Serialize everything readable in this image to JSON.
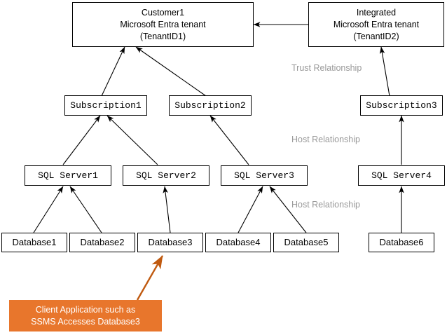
{
  "diagram": {
    "title": "Azure SQL tenant, subscription, server and database hierarchy",
    "colors": {
      "node_border": "#000000",
      "node_fill": "#ffffff",
      "connector": "#000000",
      "label_text": "#999999",
      "callout_fill": "#E8762C",
      "callout_arrow": "#C05A10",
      "callout_text": "#ffffff"
    },
    "tenants": [
      {
        "id": "customer1-tenant",
        "line1": "Customer1",
        "line2": "Microsoft Entra tenant",
        "line3": "(TenantID1)"
      },
      {
        "id": "integrated-tenant",
        "line1": "Integrated",
        "line2": "Microsoft Entra tenant",
        "line3": "(TenantID2)"
      }
    ],
    "subscriptions": [
      {
        "id": "subscription1",
        "label": "Subscription1"
      },
      {
        "id": "subscription2",
        "label": "Subscription2"
      },
      {
        "id": "subscription3",
        "label": "Subscription3"
      }
    ],
    "servers": [
      {
        "id": "sql-server1",
        "label": "SQL Server1"
      },
      {
        "id": "sql-server2",
        "label": "SQL Server2"
      },
      {
        "id": "sql-server3",
        "label": "SQL Server3"
      },
      {
        "id": "sql-server4",
        "label": "SQL Server4"
      }
    ],
    "databases": [
      {
        "id": "database1",
        "label": "Database1"
      },
      {
        "id": "database2",
        "label": "Database2"
      },
      {
        "id": "database3",
        "label": "Database3"
      },
      {
        "id": "database4",
        "label": "Database4"
      },
      {
        "id": "database5",
        "label": "Database5"
      },
      {
        "id": "database6",
        "label": "Database6"
      }
    ],
    "relationship_labels": [
      {
        "id": "trust-relationship",
        "text": "Trust Relationship"
      },
      {
        "id": "host-relationship-subscriptions",
        "text": "Host Relationship"
      },
      {
        "id": "host-relationship-databases",
        "text": "Host Relationship"
      }
    ],
    "callout": {
      "line1": "Client Application such as",
      "line2": "SSMS Accesses Database3"
    },
    "edges": [
      {
        "from": "integrated-tenant",
        "to": "customer1-tenant",
        "kind": "trust"
      },
      {
        "from": "subscription1",
        "to": "customer1-tenant",
        "kind": "host"
      },
      {
        "from": "subscription2",
        "to": "customer1-tenant",
        "kind": "host"
      },
      {
        "from": "subscription3",
        "to": "integrated-tenant",
        "kind": "host"
      },
      {
        "from": "sql-server1",
        "to": "subscription1",
        "kind": "host"
      },
      {
        "from": "sql-server2",
        "to": "subscription1",
        "kind": "host"
      },
      {
        "from": "sql-server3",
        "to": "subscription2",
        "kind": "host"
      },
      {
        "from": "sql-server4",
        "to": "subscription3",
        "kind": "host"
      },
      {
        "from": "database1",
        "to": "sql-server1",
        "kind": "host"
      },
      {
        "from": "database2",
        "to": "sql-server1",
        "kind": "host"
      },
      {
        "from": "database3",
        "to": "sql-server2",
        "kind": "host"
      },
      {
        "from": "database4",
        "to": "sql-server3",
        "kind": "host"
      },
      {
        "from": "database5",
        "to": "sql-server3",
        "kind": "host"
      },
      {
        "from": "database6",
        "to": "sql-server4",
        "kind": "host"
      },
      {
        "from": "callout",
        "to": "database3",
        "kind": "access"
      }
    ]
  }
}
